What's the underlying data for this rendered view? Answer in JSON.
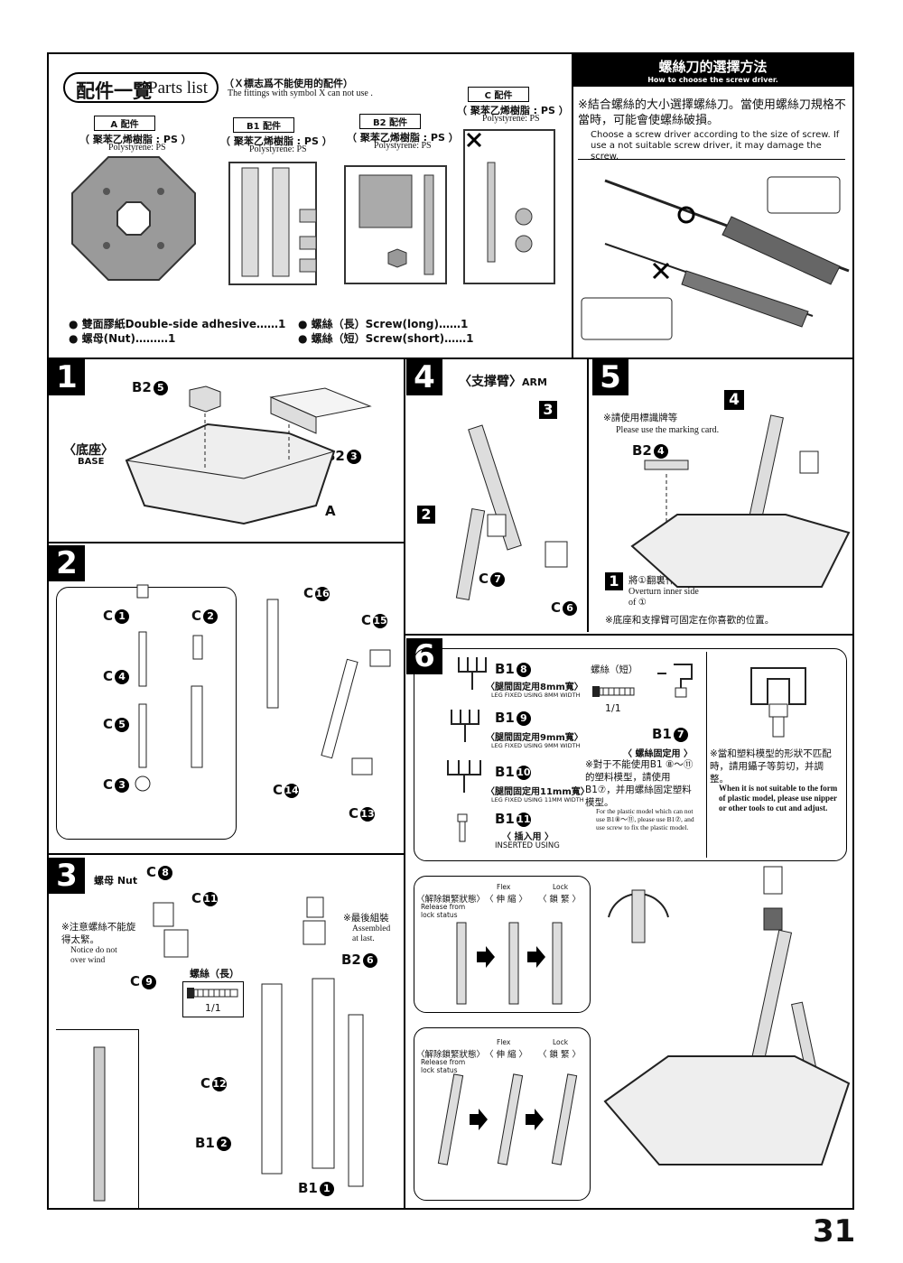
{
  "parts_list": {
    "title_cn": "配件一覽",
    "title_en": "Parts list",
    "warning_cn": "（Ｘ標志爲不能使用的配件）",
    "warning_en": "The fittings with symbol X can not use .",
    "runners": [
      {
        "label": "A 配件",
        "material_cn": "（ 聚苯乙烯樹脂 : PS ）",
        "material_en": "Polystyrene: PS"
      },
      {
        "label": "B1 配件",
        "material_cn": "（ 聚苯乙烯樹脂 : PS ）",
        "material_en": "Polystyrene: PS"
      },
      {
        "label": "B2 配件",
        "material_cn": "（ 聚苯乙烯樹脂 : PS ）",
        "material_en": "Polystyrene: PS"
      },
      {
        "label": "C 配件",
        "material_cn": "（ 聚苯乙烯樹脂 : PS ）",
        "material_en": "Polystyrene: PS"
      }
    ],
    "extras": [
      "● 雙面膠紙Double-side adhesive……1",
      "● 螺母(Nut)………1",
      "● 螺絲（長）Screw(long)……1",
      "● 螺絲（短）Screw(short)……1"
    ]
  },
  "screwdriver": {
    "header_cn": "螺絲刀的選擇方法",
    "header_en": "How to choose the screw driver.",
    "note_cn": "※結合螺絲的大小選擇螺絲刀。當使用螺絲刀規格不當時，可能會使螺絲破損。",
    "note_en": "Choose a screw driver according to the size of screw. If use a not suitable screw driver, it may damage the screw."
  },
  "step1": {
    "num": "1",
    "part_b2_5": "B2",
    "n5": "5",
    "base_cn": "〈底座〉",
    "base_en": "BASE",
    "part_b2_3": "B2",
    "n3": "3",
    "part_a": "A"
  },
  "step2": {
    "num": "2",
    "labels": [
      "C",
      "C",
      "C",
      "C",
      "C",
      "C",
      "C",
      "C",
      "C"
    ],
    "nums": [
      "1",
      "2",
      "4",
      "5",
      "3",
      "16",
      "15",
      "14",
      "13"
    ]
  },
  "step3": {
    "num": "3",
    "nut_label": "螺母 Nut",
    "c8": "C",
    "n8": "8",
    "c11": "C",
    "n11": "11",
    "c9": "C",
    "n9": "9",
    "caution_cn": "※注意螺絲不能旋得太緊。",
    "caution_en": "Notice do not over wind",
    "screw_long": "螺絲（長）",
    "qty": "1/1",
    "last_cn": "※最後組裝",
    "last_en": "Assembled at last.",
    "b2_6": "B2",
    "n6": "6",
    "c12": "C",
    "n12": "12",
    "b1_2": "B1",
    "n2": "2",
    "b1_1": "B1",
    "n1": "1"
  },
  "step4": {
    "num": "4",
    "title_cn": "〈支撑臂〉",
    "title_en": "ARM",
    "label_3": "3",
    "label_2": "2",
    "c7": "C",
    "n7": "7",
    "c6": "C",
    "n6": "6"
  },
  "step5": {
    "num": "5",
    "label_4": "4",
    "marking_cn": "※請使用標識牌等",
    "marking_en": "Please use the marking card.",
    "b2_4": "B2",
    "n4": "4",
    "step_ref": "1",
    "overturn_cn": "將①翻裏作面",
    "overturn_en": "Overturn inner side of ①",
    "fix_note": "※底座和支撑臂可固定在你喜歡的位置。"
  },
  "step6": {
    "num": "6",
    "b1_8": "B1",
    "n8": "8",
    "leg8_cn": "〈腿間固定用8mm寬〉",
    "leg8_en": "LEG FIXED USING 8MM WIDTH",
    "b1_9": "B1",
    "n9": "9",
    "leg9_cn": "〈腿間固定用9mm寬〉",
    "leg9_en": "LEG FIXED USING 9MM WIDTH",
    "b1_10": "B1",
    "n10": "10",
    "leg11_cn": "〈腿間固定用11mm寬〉",
    "leg11_en": "LEG FIXED USING 11MM WIDTH",
    "b1_11": "B1",
    "n11": "11",
    "insert_cn": "〈 插入用 〉",
    "insert_en": "INSERTED USING",
    "screw_short": "螺絲（短）",
    "qty": "1/1",
    "b1_7": "B1",
    "n7": "7",
    "screw_fix": "〈 螺絲固定用 〉",
    "screw_fix_note_cn": "※對于不能使用B1 ⑧～⑪ 的塑料模型，請使用B1⑦，并用螺絲固定塑料模型。",
    "screw_fix_note_en": "For the plastic model which can not use B1⑧～⑪, please use B1⑦, and use screw to fix the plastic model.",
    "trim_note_cn": "※當和塑料模型的形狀不匹配時，請用鑷子等剪切，并調整。",
    "trim_note_en": "When it is not suitable to the form of plastic model, please use nipper or other tools to cut and adjust.",
    "release_cn": "〈解除鎖緊狀態〉",
    "release_en": "Release from lock status",
    "flex_en": "Flex",
    "flex_cn": "〈 伸 縮 〉",
    "lock_en": "Lock",
    "lock_cn": "〈 鎖 緊 〉"
  },
  "page_number": "31"
}
